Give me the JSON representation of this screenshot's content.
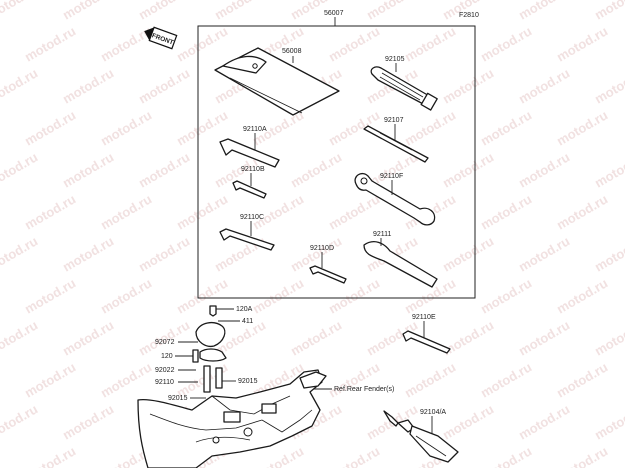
{
  "figure_code": "F2810",
  "front_marker": "FRONT",
  "watermark": "motod.ru",
  "labels": {
    "kit": "56007",
    "pouch": "56008",
    "screwdriver_handle": "92105",
    "wrench_110a": "92110A",
    "bit": "92107",
    "hex_110b": "92110B",
    "spanner": "92110F",
    "hex_110c": "92110C",
    "hex_110d": "92110D",
    "tool_92111": "92111",
    "bolt_120a": "120A",
    "part_411": "411",
    "bracket_92072": "92072",
    "bolt_120": "120",
    "part_92022": "92022",
    "part_92110": "92110",
    "part_92015a": "92015",
    "part_92015b": "92015",
    "ref_rear_fender": "Ref.Rear Fender(s)",
    "hex_110e": "92110E",
    "grease_92104a": "92104/A"
  }
}
